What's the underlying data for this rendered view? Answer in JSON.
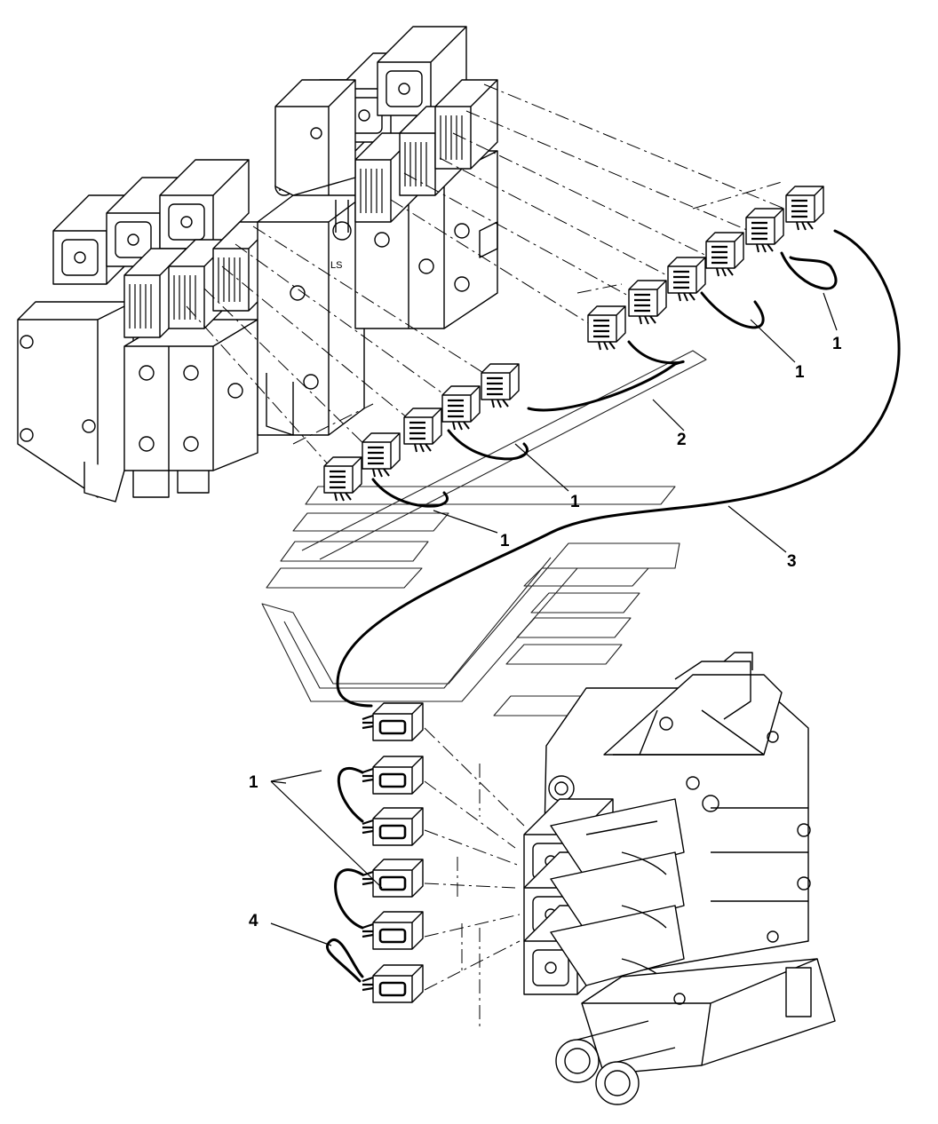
{
  "diagram": {
    "callouts": [
      {
        "id": "c1",
        "text": "1"
      },
      {
        "id": "c2",
        "text": "1"
      },
      {
        "id": "c3",
        "text": "2"
      },
      {
        "id": "c4",
        "text": "1"
      },
      {
        "id": "c5",
        "text": "1"
      },
      {
        "id": "c6",
        "text": "3"
      },
      {
        "id": "c7",
        "text": "1"
      },
      {
        "id": "c8",
        "text": "4"
      }
    ],
    "block_label": "LS",
    "line_color": "#000000",
    "background": "#ffffff"
  }
}
